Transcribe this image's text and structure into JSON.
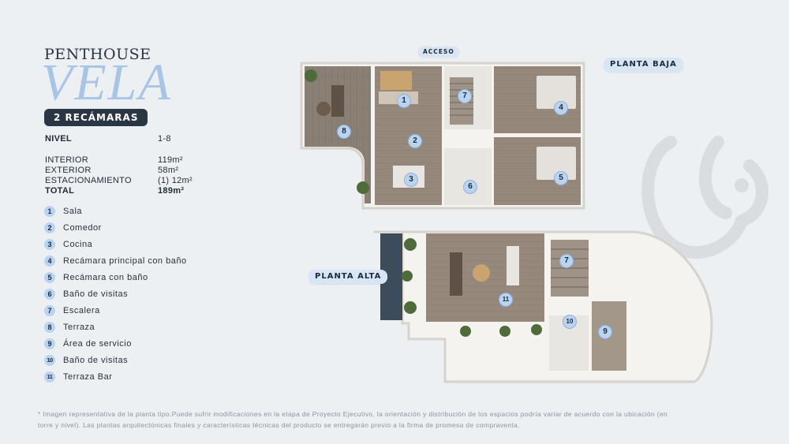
{
  "header": {
    "eyebrow": "PENTHOUSE",
    "title": "VELA",
    "badge": "2 RECÁMARAS"
  },
  "specs": {
    "nivel": {
      "label": "NIVEL",
      "value": "1-8"
    },
    "interior": {
      "label": "INTERIOR",
      "value": "119m²"
    },
    "exterior": {
      "label": "EXTERIOR",
      "value": "58m²"
    },
    "estacionamiento": {
      "label": "ESTACIONAMIENTO",
      "value": "(1) 12m²"
    },
    "total": {
      "label": "TOTAL",
      "value": "189m²"
    }
  },
  "legend": [
    {
      "num": "1",
      "label": "Sala"
    },
    {
      "num": "2",
      "label": "Comedor"
    },
    {
      "num": "3",
      "label": "Cocina"
    },
    {
      "num": "4",
      "label": "Recámara principal con baño"
    },
    {
      "num": "5",
      "label": "Recámara con baño"
    },
    {
      "num": "6",
      "label": "Baño de visitas"
    },
    {
      "num": "7",
      "label": "Escalera"
    },
    {
      "num": "8",
      "label": "Terraza"
    },
    {
      "num": "9",
      "label": "Área de servicio"
    },
    {
      "num": "10",
      "label": "Baño de visitas"
    },
    {
      "num": "11",
      "label": "Terraza Bar"
    }
  ],
  "plan_labels": {
    "acceso": "ACCESO",
    "planta_baja": "PLANTA BAJA",
    "planta_alta": "PLANTA ALTA"
  },
  "markers_baja": [
    "1",
    "2",
    "3",
    "4",
    "5",
    "6",
    "7",
    "8"
  ],
  "markers_alta": [
    "7",
    "9",
    "10",
    "11"
  ],
  "footnote": "* Imagen representativa de la planta tipo.Puede sufrir modificaciones en la etapa de Proyecto Ejecutivo, la orientación y distribución de los espacios podría variar de acuerdo con la ubicación (en torre y nivel). Las plantas arquitectónicas finales y características técnicas del producto se entregarán previo a la firma de promesa de compraventa.",
  "colors": {
    "background": "#edf0f3",
    "accent_blue": "#a8c5e6",
    "marker_blue": "#b9d3f0",
    "badge_dark": "#2b3645",
    "pill_blue": "#d7e6f7",
    "wood_floor": "#8d8277",
    "wall_white": "#f4f3ef"
  }
}
